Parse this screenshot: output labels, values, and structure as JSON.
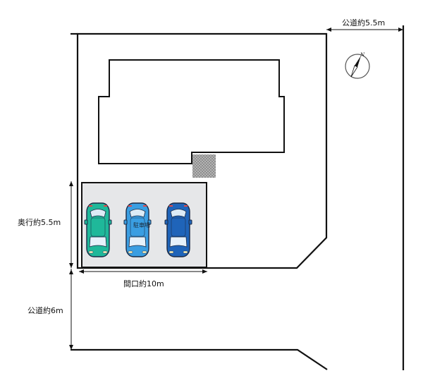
{
  "labels": {
    "public_road_east": "公道約5.5m",
    "depth": "奥行約5.5m",
    "frontage": "間口約10m",
    "public_road_south": "公道約6m",
    "parking": "駐車場"
  },
  "compass": {
    "north_letter": "N"
  },
  "colors": {
    "line": "#111111",
    "parking_fill": "#e6e7e9",
    "entrance_fill": "#a0a0a0",
    "car_green": "#1fb89a",
    "car_light_blue": "#3a9ee2",
    "car_blue": "#1f64b9"
  },
  "cars": [
    {
      "id": "car-1",
      "color_key": "car_green",
      "icon": "car-icon"
    },
    {
      "id": "car-2",
      "color_key": "car_light_blue",
      "icon": "car-icon"
    },
    {
      "id": "car-3",
      "color_key": "car_blue",
      "icon": "car-icon"
    }
  ]
}
